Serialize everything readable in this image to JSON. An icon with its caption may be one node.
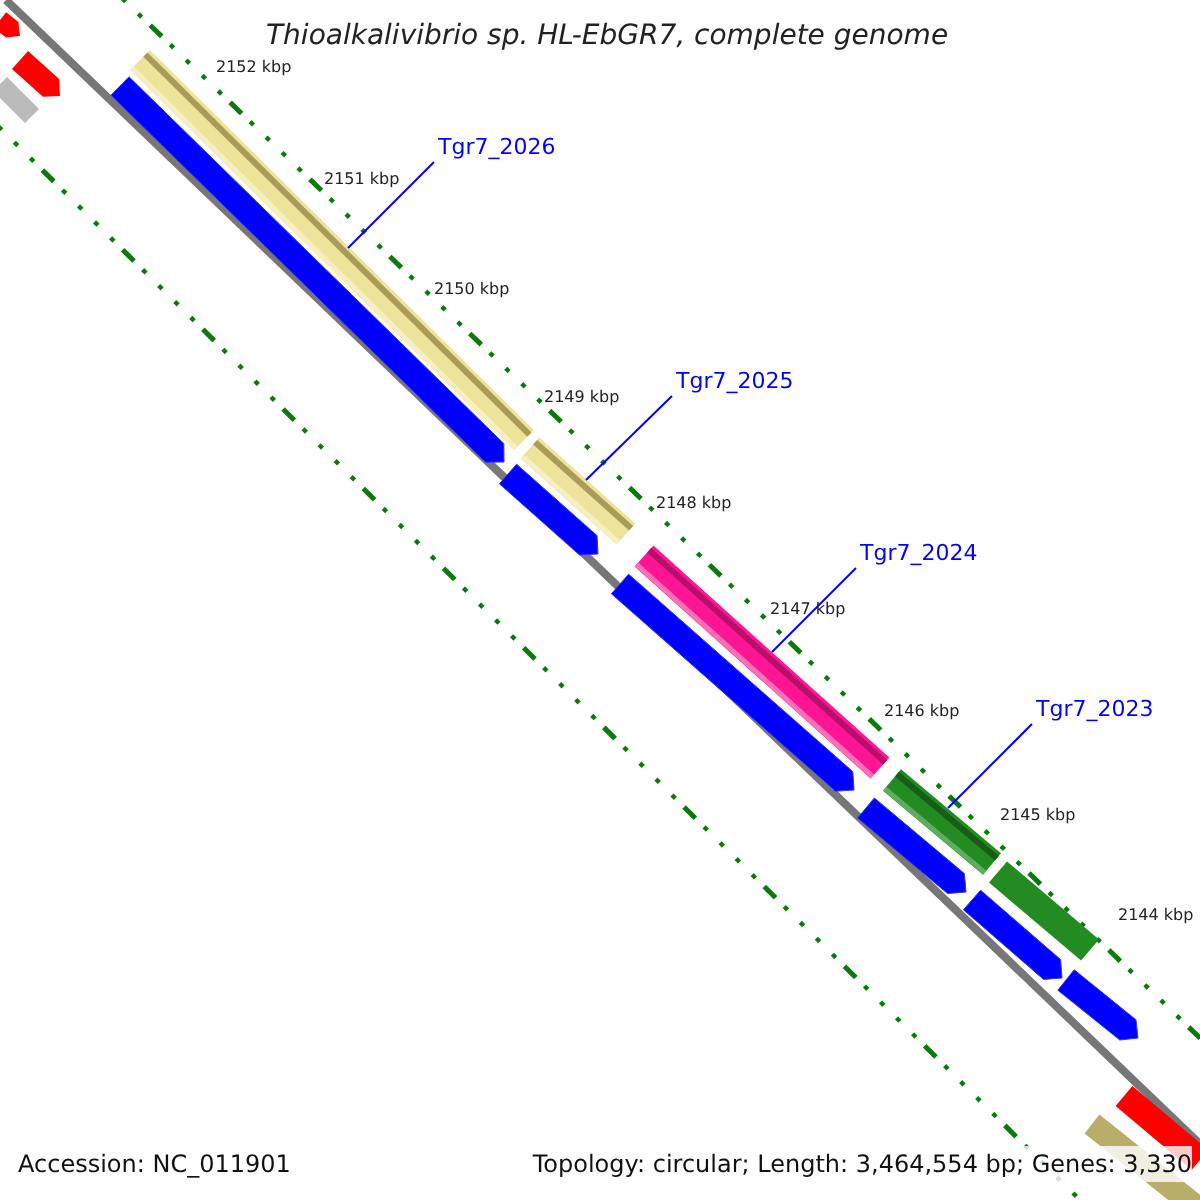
{
  "diagram": {
    "title": "Thioalkalivibrio sp. HL-EbGR7, complete genome",
    "nodes": [
      {
        "text": [
          "Tgr7_2026"
        ]
      },
      {
        "text": [],
        "shape": "bar"
      },
      {
        "text": [
          "Tgr7_2025"
        ]
      },
      {
        "text": [],
        "shape": "bar"
      },
      {
        "text": [
          "Tgr7_2024"
        ]
      },
      {
        "text": [],
        "shape": "bar"
      },
      {
        "text": [
          "Tgr7_2023"
        ]
      },
      {
        "text": [],
        "shape": "bar"
      }
    ],
    "edges": [
      {
        "from": 0,
        "to": 1,
        "arrow": "none"
      },
      {
        "from": 2,
        "to": 3,
        "arrow": "none"
      },
      {
        "from": 4,
        "to": 5,
        "arrow": "none"
      },
      {
        "from": 6,
        "to": 7,
        "arrow": "none"
      }
    ],
    "labels": [
      "2152 kbp",
      "2151 kbp",
      "2150 kbp",
      "2149 kbp",
      "2148 kbp",
      "2147 kbp",
      "2146 kbp",
      "2145 kbp",
      "2144 kbp",
      "Accession: NC_011901",
      "Topology: circular; Length: 3,464,554 bp; Genes: 3,330"
    ]
  }
}
